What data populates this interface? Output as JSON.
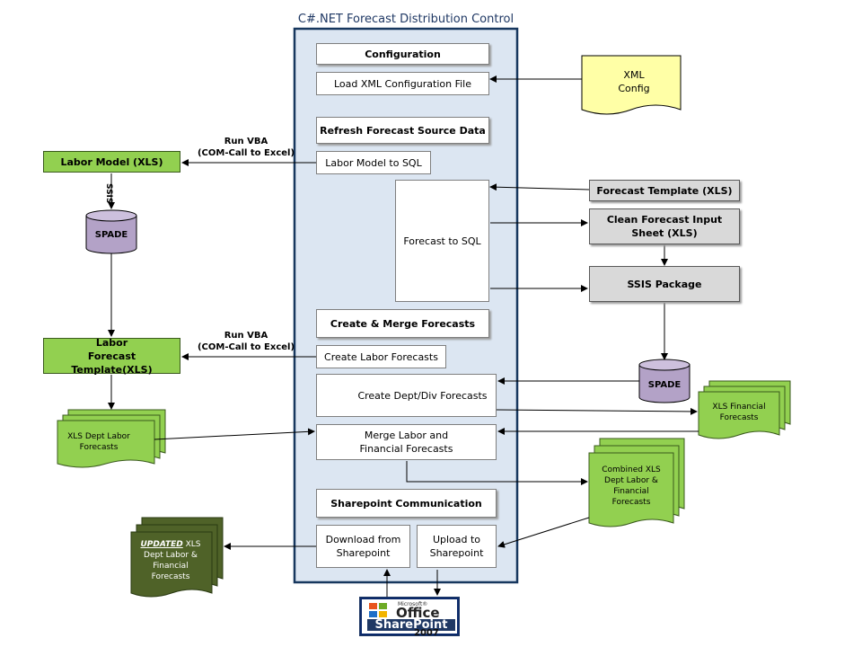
{
  "title": "C#.NET Forecast Distribution Control",
  "control": {
    "configuration": "Configuration",
    "load_xml": "Load XML Configuration File",
    "refresh": "Refresh Forecast Source Data",
    "labor_to_sql": "Labor Model to SQL",
    "forecast_to_sql": "Forecast to SQL",
    "create_merge": "Create & Merge Forecasts",
    "create_labor": "Create Labor Forecasts",
    "create_dept": "Create Dept/Div Forecasts",
    "merge": "Merge Labor and Financial Forecasts",
    "sharepoint_comm": "Sharepoint Communication",
    "download": "Download from Sharepoint",
    "upload": "Upload to Sharepoint"
  },
  "left": {
    "labor_model": "Labor Model (XLS)",
    "ssis": "SSIS",
    "spade": "SPADE",
    "labor_template": "Labor Forecast Template(XLS)",
    "run_vba_1": "Run VBA",
    "com_call_1": "(COM-Call to Excel)",
    "run_vba_2": "Run VBA",
    "com_call_2": "(COM-Call to Excel)",
    "xls_dept_labor": "XLS Dept Labor Forecasts",
    "updated_word": "UPDATED",
    "updated_rest": " XLS Dept Labor & Financial Forecasts"
  },
  "right": {
    "xml_config": "XML Config",
    "forecast_template": "Forecast Template (XLS)",
    "clean_input": "Clean Forecast Input Sheet (XLS)",
    "ssis_package": "SSIS Package",
    "spade": "SPADE",
    "xls_financial": "XLS Financial Forecasts",
    "combined": "Combined XLS Dept Labor & Financial Forecasts"
  },
  "logo": {
    "microsoft": "Microsoft®",
    "office": "Office",
    "sharepoint": "SharePoint",
    "year": "2007"
  },
  "colors": {
    "green": "#92d050",
    "dark_green": "#4f6228",
    "grey": "#d9d9d9",
    "panel": "#dce6f2",
    "panel_border": "#17375e",
    "yellow": "#ffffa6",
    "purple": "#b3a2c7"
  }
}
